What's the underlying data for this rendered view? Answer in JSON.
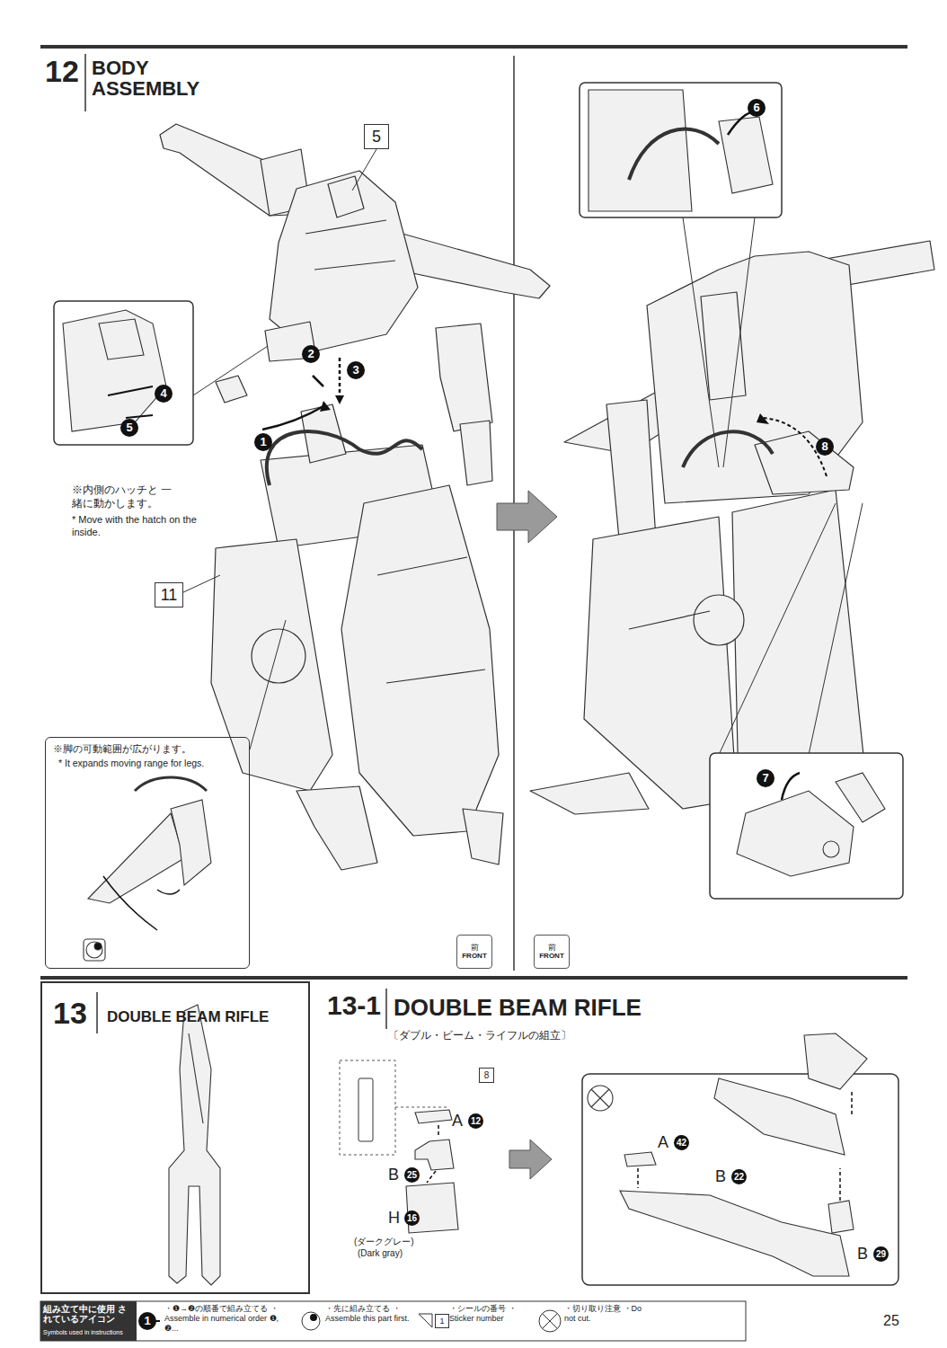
{
  "diagram": {
    "nodes": [
      {
        "text": [
          "12",
          "BODY ASSEMBLY"
        ]
      },
      {
        "text": [
          "5"
        ],
        "in": 0
      },
      {
        "text": [
          "11"
        ],
        "in": 0
      },
      {
        "text": [
          "※脚の可動範囲が広がります。",
          "* It expands moving range for legs."
        ],
        "in": 0
      },
      {
        "text": [
          "前",
          "FRONT"
        ],
        "in": 0
      },
      {
        "text": [
          "前",
          "FRONT"
        ],
        "in": 0
      },
      {
        "text": [
          "13",
          "DOUBLE BEAM RIFLE"
        ]
      },
      {
        "text": [
          "13-1",
          "DOUBLE BEAM RIFLE",
          "〔ダブル・ビーム・ライフルの組立〕"
        ]
      },
      {
        "text": [
          "8"
        ],
        "in": 7
      }
    ],
    "labels": [
      "※内側のハッチと 一緒に動かします。",
      "* Move with the hatch on the inside.",
      "1",
      "2",
      "3",
      "4",
      "5",
      "6",
      "7",
      "8",
      "A",
      "12",
      "B",
      "25",
      "H",
      "16",
      "(ダークグレー)",
      "(Dark gray)",
      "A",
      "42",
      "B",
      "22",
      "B",
      "29",
      "組み立て中に使用 されているアイコン",
      "Symbols used in instructions",
      "1",
      "1",
      "25"
    ],
    "legend": [
      {
        "text": "・❶→❷の順番で組み立てる ・Assemble in numerical order ❶, ❷..."
      },
      {
        "text": "・先に組み立てる ・Assemble this part first."
      },
      {
        "text": "・シールの番号 ・Sticker number"
      },
      {
        "text": "・切り取り注意 ・Do not cut."
      }
    ]
  }
}
